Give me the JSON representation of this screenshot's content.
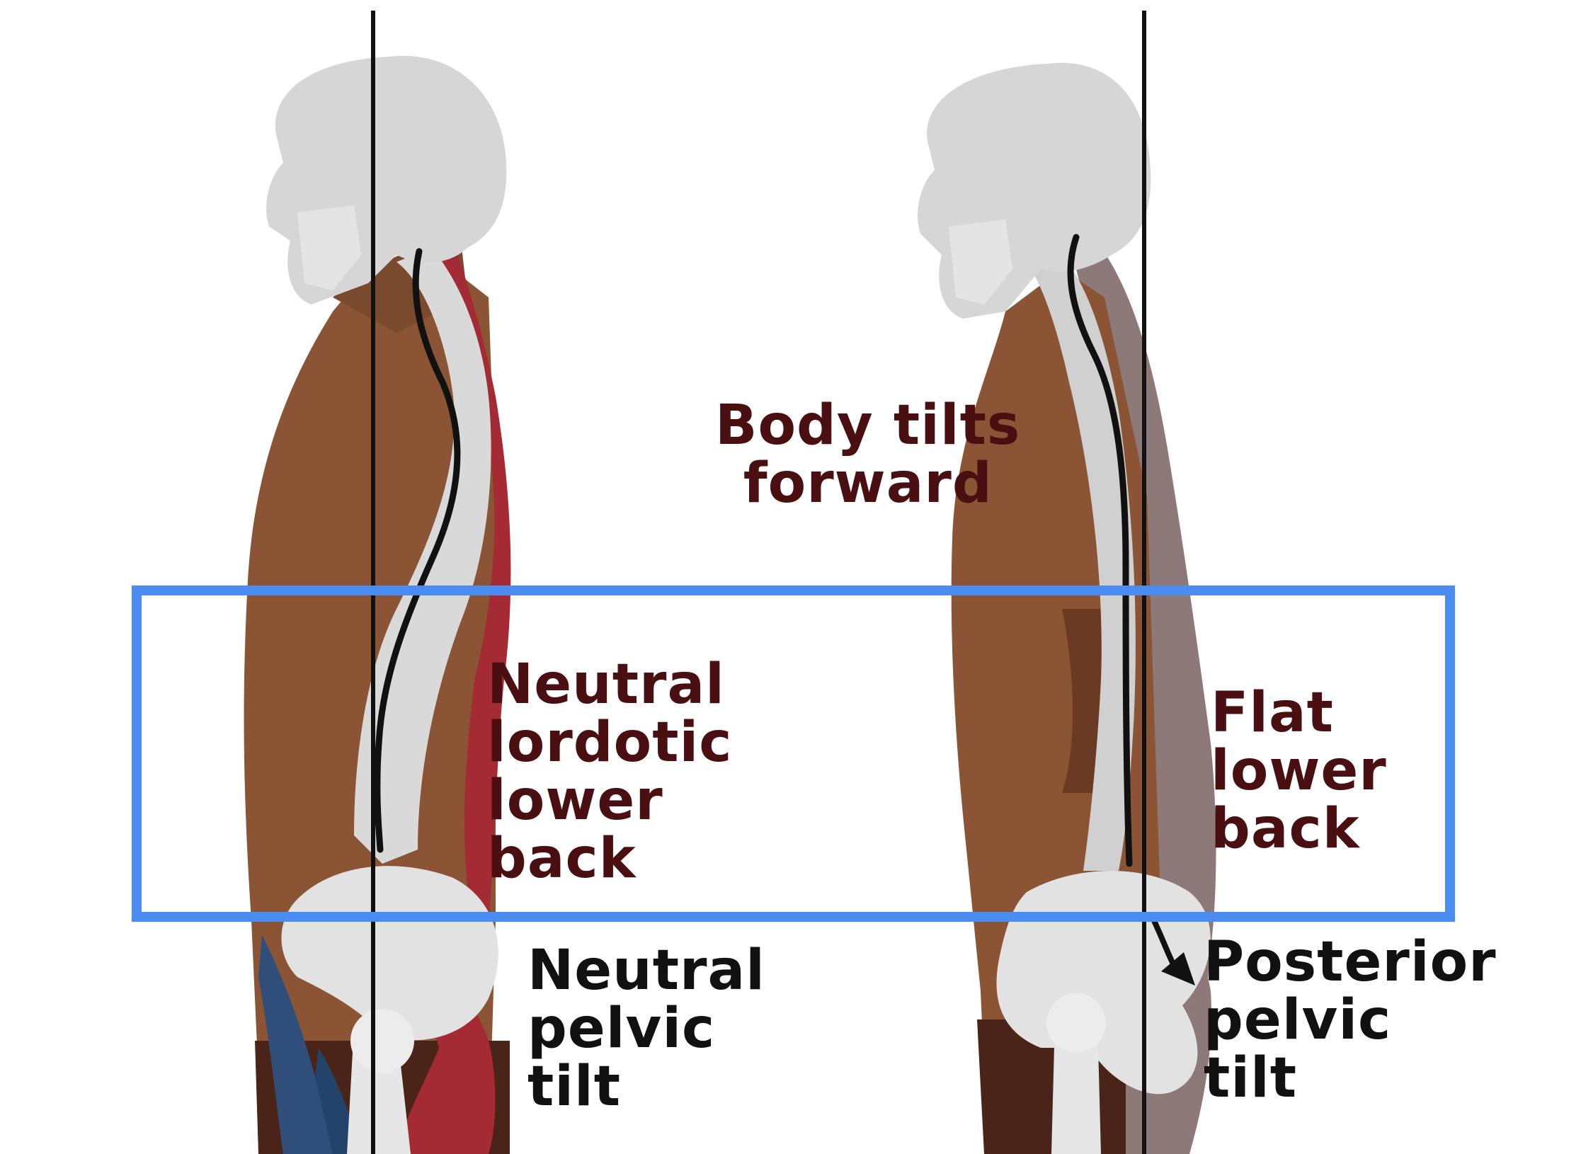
{
  "colors": {
    "skin": "#8b5535",
    "skin_shadow": "#6e3f24",
    "bone": "#d9d9d9",
    "bone_light": "#ececec",
    "muscle": "#a42a34",
    "vein": "#2f4f7a",
    "plumb_line": "#111111",
    "spine_line": "#111111",
    "highlight_box": "#4a8cf0",
    "label_dark_red": "#4a0f10",
    "label_black": "#111111"
  },
  "labels": {
    "body_tilt": [
      "Body tilts",
      "forward"
    ],
    "neutral_lordotic": [
      "Neutral",
      "lordotic",
      "lower",
      "back"
    ],
    "neutral_pelvic": [
      "Neutral",
      "pelvic",
      "tilt"
    ],
    "flat_back": [
      "Flat",
      "lower",
      "back"
    ],
    "posterior_pelvic": [
      "Posterior",
      "pelvic",
      "tilt"
    ]
  }
}
